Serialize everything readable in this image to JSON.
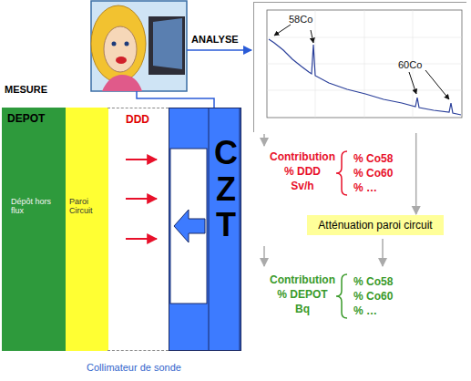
{
  "diagram": {
    "nodes": [
      {
        "text": [
          "DEPOT",
          "Dépôt hors flux"
        ]
      },
      {
        "text": [
          "Paroi Circuit"
        ]
      },
      {
        "text": [
          "DDD"
        ]
      },
      {
        "text": [
          "C Z T"
        ]
      },
      {
        "text": [
          "58Co",
          "60Co"
        ]
      },
      {
        "text": [
          "Atténuation paroi circuit"
        ]
      }
    ],
    "edges": [
      {
        "from": 4,
        "to": 5,
        "arrow": "to"
      }
    ],
    "labels": [
      "MESURE",
      "ANALYSE",
      "Contribution",
      "% DDD",
      "Sv/h",
      "% Co58",
      "% Co60",
      "% …",
      "Contribution",
      "% DEPOT",
      "Bq",
      "% Co58",
      "% Co60",
      "% …",
      "Collimateur de sonde"
    ]
  }
}
